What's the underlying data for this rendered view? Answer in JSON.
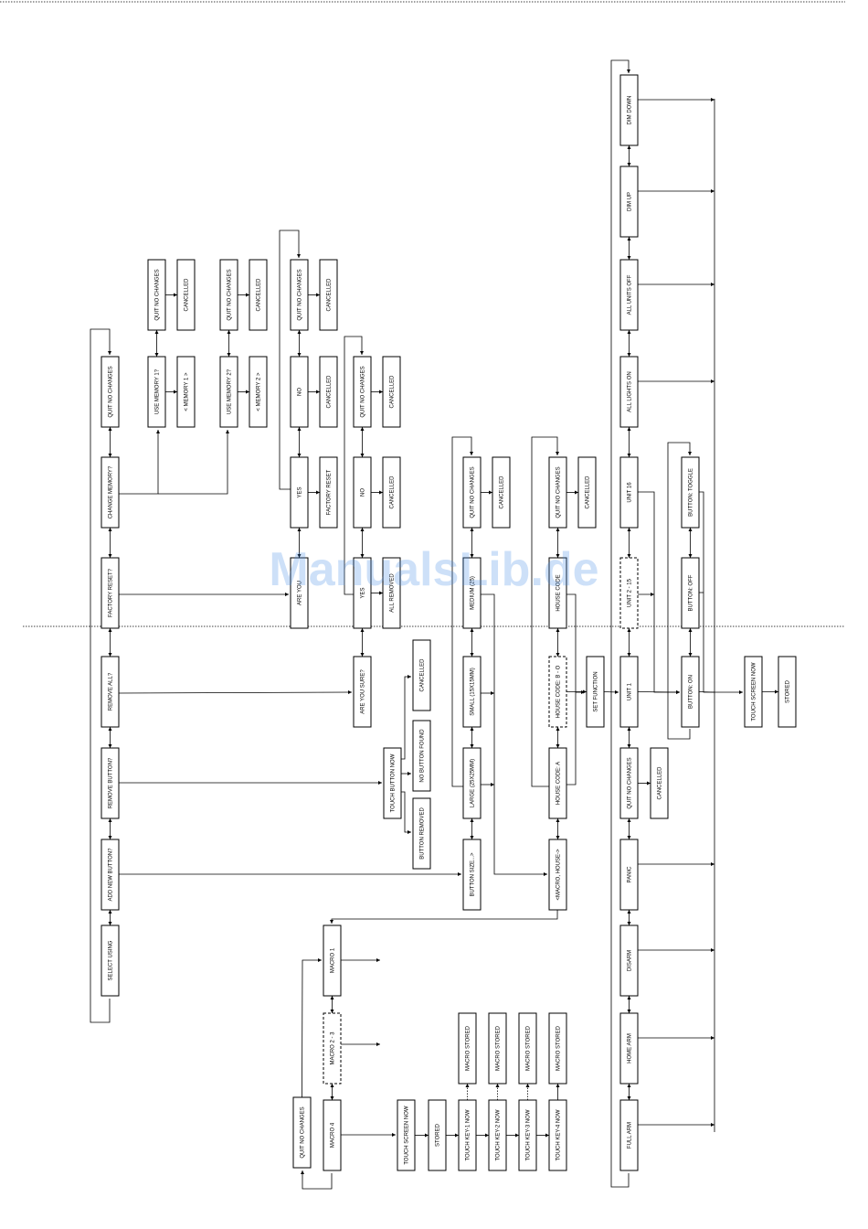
{
  "watermark": "ManualsLib.de",
  "colors": {
    "line": "#000000",
    "watermark": "#4a8fe7"
  },
  "nodes": [
    {
      "id": "n1",
      "label": "QUIT NO CHANGES"
    },
    {
      "id": "n2",
      "label": "CHANGE MEMORY?"
    },
    {
      "id": "n3",
      "label": "FACTORY RESET?"
    },
    {
      "id": "n4",
      "label": "REMOVE ALL?"
    },
    {
      "id": "n5",
      "label": "REMOVE BUTTON?"
    },
    {
      "id": "n6",
      "label": "ADD NEW BUTTON?"
    },
    {
      "id": "n7",
      "label": "SELECT USING"
    },
    {
      "id": "n8",
      "label": "QUIT NO CHANGES"
    },
    {
      "id": "n9",
      "label": "USE MEMORY 1?"
    },
    {
      "id": "n10",
      "label": "CANCELLED"
    },
    {
      "id": "n11",
      "label": "< MEMORY 1 >"
    },
    {
      "id": "n12",
      "label": "QUIT NO CHANGES"
    },
    {
      "id": "n13",
      "label": "USE MEMORY 2?"
    },
    {
      "id": "n14",
      "label": "CANCELLED"
    },
    {
      "id": "n15",
      "label": "< MEMORY 2 >"
    },
    {
      "id": "n16",
      "label": "QUIT NO CHANGES"
    },
    {
      "id": "n17",
      "label": "NO"
    },
    {
      "id": "n18",
      "label": "YES"
    },
    {
      "id": "n19",
      "label": "ARE YOU"
    },
    {
      "id": "n20",
      "label": "CANCELLED"
    },
    {
      "id": "n21",
      "label": "CANCELLED"
    },
    {
      "id": "n22",
      "label": "FACTORY RESET"
    },
    {
      "id": "n23",
      "label": "QUIT NO CHANGES"
    },
    {
      "id": "n24",
      "label": "NO"
    },
    {
      "id": "n25",
      "label": "YES"
    },
    {
      "id": "n26",
      "label": "ARE YOU SURE?"
    },
    {
      "id": "n27",
      "label": "CANCELLED"
    },
    {
      "id": "n28",
      "label": "CANCELLED"
    },
    {
      "id": "n29",
      "label": "ALL REMOVED"
    },
    {
      "id": "n30",
      "label": "TOUCH BUTTON NOW"
    },
    {
      "id": "n31",
      "label": "CANCELLED"
    },
    {
      "id": "n32",
      "label": "NO BUTTON FOUND"
    },
    {
      "id": "n33",
      "label": "BUTTON REMOVED"
    },
    {
      "id": "n34",
      "label": "QUIT NO CHANGES"
    },
    {
      "id": "n35",
      "label": "MEDIUM (25)"
    },
    {
      "id": "n36",
      "label": "SMALL (15X15MM)"
    },
    {
      "id": "n37",
      "label": "LARGE (25X25MM)"
    },
    {
      "id": "n38",
      "label": "BUTTON SIZE...>"
    },
    {
      "id": "n39",
      "label": "CANCELLED"
    },
    {
      "id": "n40",
      "label": "QUIT NO CHANGES"
    },
    {
      "id": "n41",
      "label": "HOUSE CODE"
    },
    {
      "id": "n42",
      "label": "HOUSE CODE: B - O"
    },
    {
      "id": "n43",
      "label": "HOUSE CODE: A"
    },
    {
      "id": "n44",
      "label": "<MACRO, HOUSE->"
    },
    {
      "id": "n45",
      "label": "CANCELLED"
    },
    {
      "id": "n46",
      "label": "SET FUNCTION"
    },
    {
      "id": "n47",
      "label": "DIM DOWN"
    },
    {
      "id": "n48",
      "label": "DIM UP"
    },
    {
      "id": "n49",
      "label": "ALL UNITS OFF"
    },
    {
      "id": "n50",
      "label": "ALL LIGHTS ON"
    },
    {
      "id": "n51",
      "label": "UNIT 16"
    },
    {
      "id": "n52",
      "label": "UNIT 2 - 15"
    },
    {
      "id": "n53",
      "label": "UNIT 1"
    },
    {
      "id": "n54",
      "label": "QUIT NO CHANGES"
    },
    {
      "id": "n55",
      "label": "PANIC"
    },
    {
      "id": "n56",
      "label": "DISARM"
    },
    {
      "id": "n57",
      "label": "HOME ARM"
    },
    {
      "id": "n58",
      "label": "FULL ARM"
    },
    {
      "id": "n59",
      "label": "CANCELLED"
    },
    {
      "id": "n60",
      "label": "BUTTON: TOGGLE"
    },
    {
      "id": "n61",
      "label": "BUTTON: OFF"
    },
    {
      "id": "n62",
      "label": "BUTTON: ON"
    },
    {
      "id": "n63",
      "label": "TOUCH SCREEN NOW"
    },
    {
      "id": "n64",
      "label": "STORED"
    },
    {
      "id": "n65",
      "label": "MACRO 1"
    },
    {
      "id": "n66",
      "label": "MACRO 2 - 3"
    },
    {
      "id": "n67",
      "label": "MACRO 4"
    },
    {
      "id": "n68",
      "label": "QUIT NO CHANGES"
    },
    {
      "id": "n69",
      "label": "TOUCH SCREEN NOW"
    },
    {
      "id": "n70",
      "label": "STORED"
    },
    {
      "id": "n71",
      "label": "MACRO STORED"
    },
    {
      "id": "n72",
      "label": "TOUCH KEY-1 NOW"
    },
    {
      "id": "n73",
      "label": "MACRO STORED"
    },
    {
      "id": "n74",
      "label": "TOUCH KEY-2 NOW"
    },
    {
      "id": "n75",
      "label": "MACRO STORED"
    },
    {
      "id": "n76",
      "label": "TOUCH KEY-3 NOW"
    },
    {
      "id": "n77",
      "label": "MACRO STORED"
    },
    {
      "id": "n78",
      "label": "TOUCH KEY-4 NOW"
    }
  ]
}
